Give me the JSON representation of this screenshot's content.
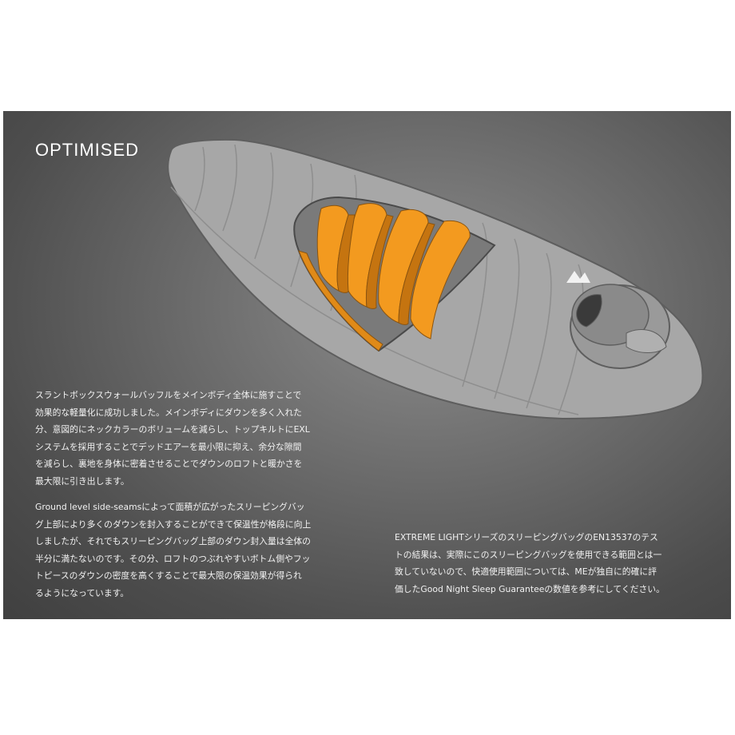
{
  "panel": {
    "title": "OPTIMISED",
    "paragraph_1": [
      "スラントボックスウォールバッフルをメインボディ全体に施すことで",
      "効果的な軽量化に成功しました。メインボディにダウンを多く入れた",
      "分、意図的にネックカラーのボリュームを減らし、トップキルトにEXL",
      "システムを採用することでデッドエアーを最小限に抑え、余分な隙間",
      "を減らし、裏地を身体に密着させることでダウンのロフトと暖かさを",
      "最大限に引き出します。"
    ],
    "paragraph_2": [
      "Ground level side-seamsによって面積が広がったスリーピングバッ",
      "グ上部により多くのダウンを封入することができて保温性が格段に向上",
      "しましたが、それでもスリーピングバッグ上部のダウン封入量は全体の",
      "半分に満たないのです。その分、ロフトのつぶれやすいボトム側やフッ",
      "トピースのダウンの密度を高くすることで最大限の保温効果が得られ",
      "るようになっています。"
    ],
    "paragraph_3": [
      "EXTREME LIGHTシリーズのスリーピングバッグのEN13537のテス",
      "トの結果は、実際にこのスリーピングバッグを使用できる範囲とは一",
      "致していないので、快適使用範囲については、MEが独自に的確に評",
      "価したGood Night Sleep Guaranteeの数値を参考にしてください。"
    ]
  },
  "illustration": {
    "subject": "sleeping-bag-cutaway",
    "colors": {
      "shell": "#a7a7a7",
      "shell_outline": "#5e5e5e",
      "baffle_fill": "#f39a1f",
      "baffle_shade": "#c57410",
      "cutaway_wall": "#7a7a7a",
      "background_center": "#8c8c8c",
      "background_edge": "#404040"
    },
    "logo": "mountain-equipment-logo"
  }
}
